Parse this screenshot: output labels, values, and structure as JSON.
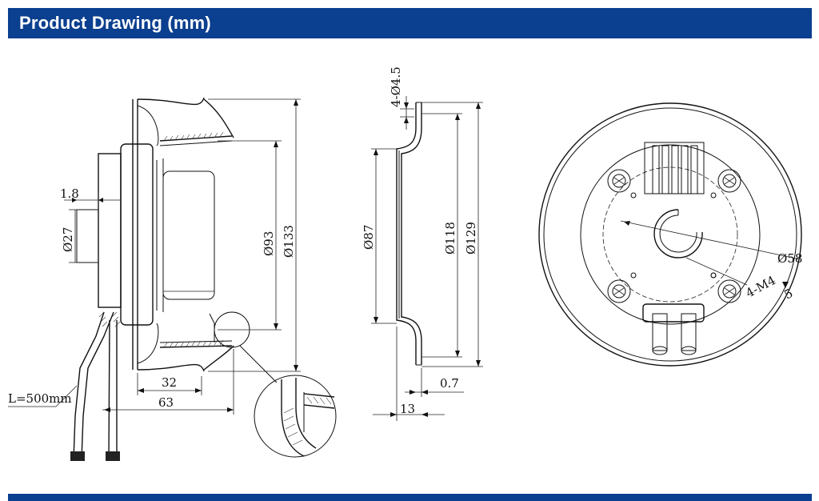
{
  "header": {
    "title": "Product Drawing (mm)",
    "color": "#0b3f8f"
  },
  "side_view": {
    "dim_1_8": "1.8",
    "dim_dia27": "Ø27",
    "dim_dia93": "Ø93",
    "dim_dia133": "Ø133",
    "dim_32": "32",
    "dim_63": "63",
    "cable_length": "L=500mm"
  },
  "profile_view": {
    "dim_holes": "4-Ø4.5",
    "dim_dia87": "Ø87",
    "dim_dia118": "Ø118",
    "dim_dia129": "Ø129",
    "dim_0_7": "0.7",
    "dim_13": "13"
  },
  "front_view": {
    "dim_dia58": "Ø58",
    "dim_thread": "4-M4",
    "dim_thread_depth": "5"
  }
}
